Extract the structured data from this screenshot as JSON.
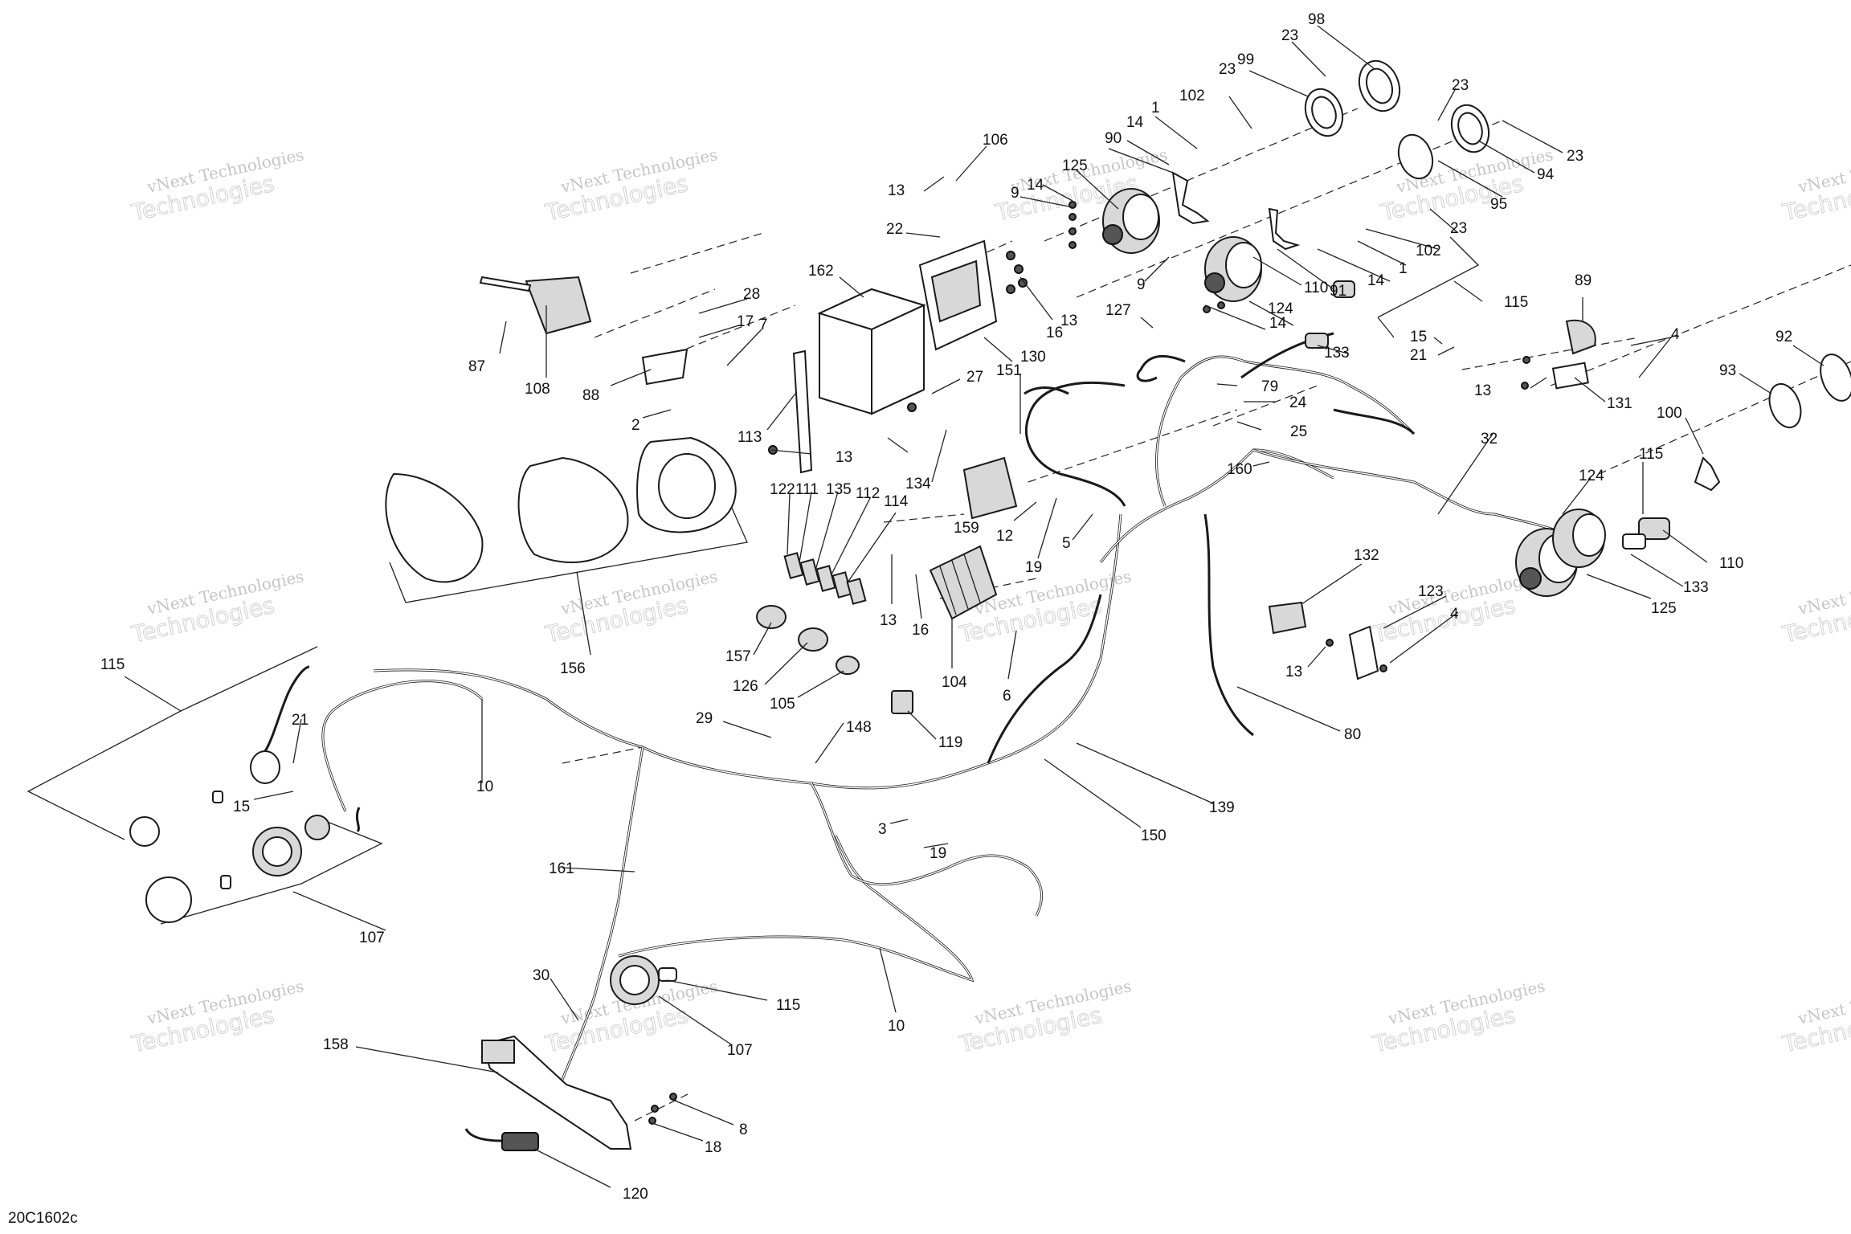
{
  "diagram_ref": "20C1602c",
  "watermark": {
    "line1": "vNext Technologies",
    "line2": "Technologies"
  },
  "callouts": [
    {
      "id": "c98",
      "text": "98"
    },
    {
      "id": "c23a",
      "text": "23"
    },
    {
      "id": "c99",
      "text": "99"
    },
    {
      "id": "c23b",
      "text": "23"
    },
    {
      "id": "c102a",
      "text": "102"
    },
    {
      "id": "c1a",
      "text": "1"
    },
    {
      "id": "c14a",
      "text": "14"
    },
    {
      "id": "c90",
      "text": "90"
    },
    {
      "id": "c23c",
      "text": "23"
    },
    {
      "id": "c23d",
      "text": "23"
    },
    {
      "id": "c94",
      "text": "94"
    },
    {
      "id": "c95",
      "text": "95"
    },
    {
      "id": "c23e",
      "text": "23"
    },
    {
      "id": "c102b",
      "text": "102"
    },
    {
      "id": "c1b",
      "text": "1"
    },
    {
      "id": "c14b",
      "text": "14"
    },
    {
      "id": "c106",
      "text": "106"
    },
    {
      "id": "c13a",
      "text": "13"
    },
    {
      "id": "c9a",
      "text": "9"
    },
    {
      "id": "c14c",
      "text": "14"
    },
    {
      "id": "c125a",
      "text": "125"
    },
    {
      "id": "c22",
      "text": "22"
    },
    {
      "id": "c9b",
      "text": "9"
    },
    {
      "id": "c91",
      "text": "91"
    },
    {
      "id": "c110a",
      "text": "110"
    },
    {
      "id": "c124a",
      "text": "124"
    },
    {
      "id": "c14d",
      "text": "14"
    },
    {
      "id": "c162",
      "text": "162"
    },
    {
      "id": "c13b",
      "text": "13"
    },
    {
      "id": "c16a",
      "text": "16"
    },
    {
      "id": "c130",
      "text": "130"
    },
    {
      "id": "c127",
      "text": "127"
    },
    {
      "id": "c115a",
      "text": "115"
    },
    {
      "id": "c15a",
      "text": "15"
    },
    {
      "id": "c21a",
      "text": "21"
    },
    {
      "id": "c133a",
      "text": "133"
    },
    {
      "id": "c89",
      "text": "89"
    },
    {
      "id": "c4a",
      "text": "4"
    },
    {
      "id": "c13c",
      "text": "13"
    },
    {
      "id": "c131",
      "text": "131"
    },
    {
      "id": "c92",
      "text": "92"
    },
    {
      "id": "c93",
      "text": "93"
    },
    {
      "id": "c100",
      "text": "100"
    },
    {
      "id": "c28",
      "text": "28"
    },
    {
      "id": "c17",
      "text": "17"
    },
    {
      "id": "c7",
      "text": "7"
    },
    {
      "id": "c87",
      "text": "87"
    },
    {
      "id": "c108",
      "text": "108"
    },
    {
      "id": "c88",
      "text": "88"
    },
    {
      "id": "c2",
      "text": "2"
    },
    {
      "id": "c113",
      "text": "113"
    },
    {
      "id": "c13d",
      "text": "13"
    },
    {
      "id": "c27",
      "text": "27"
    },
    {
      "id": "c151",
      "text": "151"
    },
    {
      "id": "c79",
      "text": "79"
    },
    {
      "id": "c24",
      "text": "24"
    },
    {
      "id": "c25",
      "text": "25"
    },
    {
      "id": "c134",
      "text": "134"
    },
    {
      "id": "c159",
      "text": "159"
    },
    {
      "id": "c12",
      "text": "12"
    },
    {
      "id": "c160",
      "text": "160"
    },
    {
      "id": "c32",
      "text": "32"
    },
    {
      "id": "c124b",
      "text": "124"
    },
    {
      "id": "c115b",
      "text": "115"
    },
    {
      "id": "c110b",
      "text": "110"
    },
    {
      "id": "c133b",
      "text": "133"
    },
    {
      "id": "c125b",
      "text": "125"
    },
    {
      "id": "c122",
      "text": "122"
    },
    {
      "id": "c111",
      "text": "111"
    },
    {
      "id": "c135",
      "text": "135"
    },
    {
      "id": "c112",
      "text": "112"
    },
    {
      "id": "c114",
      "text": "114"
    },
    {
      "id": "c19a",
      "text": "19"
    },
    {
      "id": "c5",
      "text": "5"
    },
    {
      "id": "c13e",
      "text": "13"
    },
    {
      "id": "c16b",
      "text": "16"
    },
    {
      "id": "c104",
      "text": "104"
    },
    {
      "id": "c6",
      "text": "6"
    },
    {
      "id": "c132",
      "text": "132"
    },
    {
      "id": "c123",
      "text": "123"
    },
    {
      "id": "c4b",
      "text": "4"
    },
    {
      "id": "c13f",
      "text": "13"
    },
    {
      "id": "c157",
      "text": "157"
    },
    {
      "id": "c126",
      "text": "126"
    },
    {
      "id": "c105",
      "text": "105"
    },
    {
      "id": "c156",
      "text": "156"
    },
    {
      "id": "c80",
      "text": "80"
    },
    {
      "id": "c115c",
      "text": "115"
    },
    {
      "id": "c21b",
      "text": "21"
    },
    {
      "id": "c15b",
      "text": "15"
    },
    {
      "id": "c10a",
      "text": "10"
    },
    {
      "id": "c29",
      "text": "29"
    },
    {
      "id": "c148",
      "text": "148"
    },
    {
      "id": "c119",
      "text": "119"
    },
    {
      "id": "c3",
      "text": "3"
    },
    {
      "id": "c19b",
      "text": "19"
    },
    {
      "id": "c139",
      "text": "139"
    },
    {
      "id": "c150",
      "text": "150"
    },
    {
      "id": "c107a",
      "text": "107"
    },
    {
      "id": "c161",
      "text": "161"
    },
    {
      "id": "c30",
      "text": "30"
    },
    {
      "id": "c115d",
      "text": "115"
    },
    {
      "id": "c107b",
      "text": "107"
    },
    {
      "id": "c10b",
      "text": "10"
    },
    {
      "id": "c158",
      "text": "158"
    },
    {
      "id": "c8",
      "text": "8"
    },
    {
      "id": "c18",
      "text": "18"
    },
    {
      "id": "c120",
      "text": "120"
    }
  ]
}
